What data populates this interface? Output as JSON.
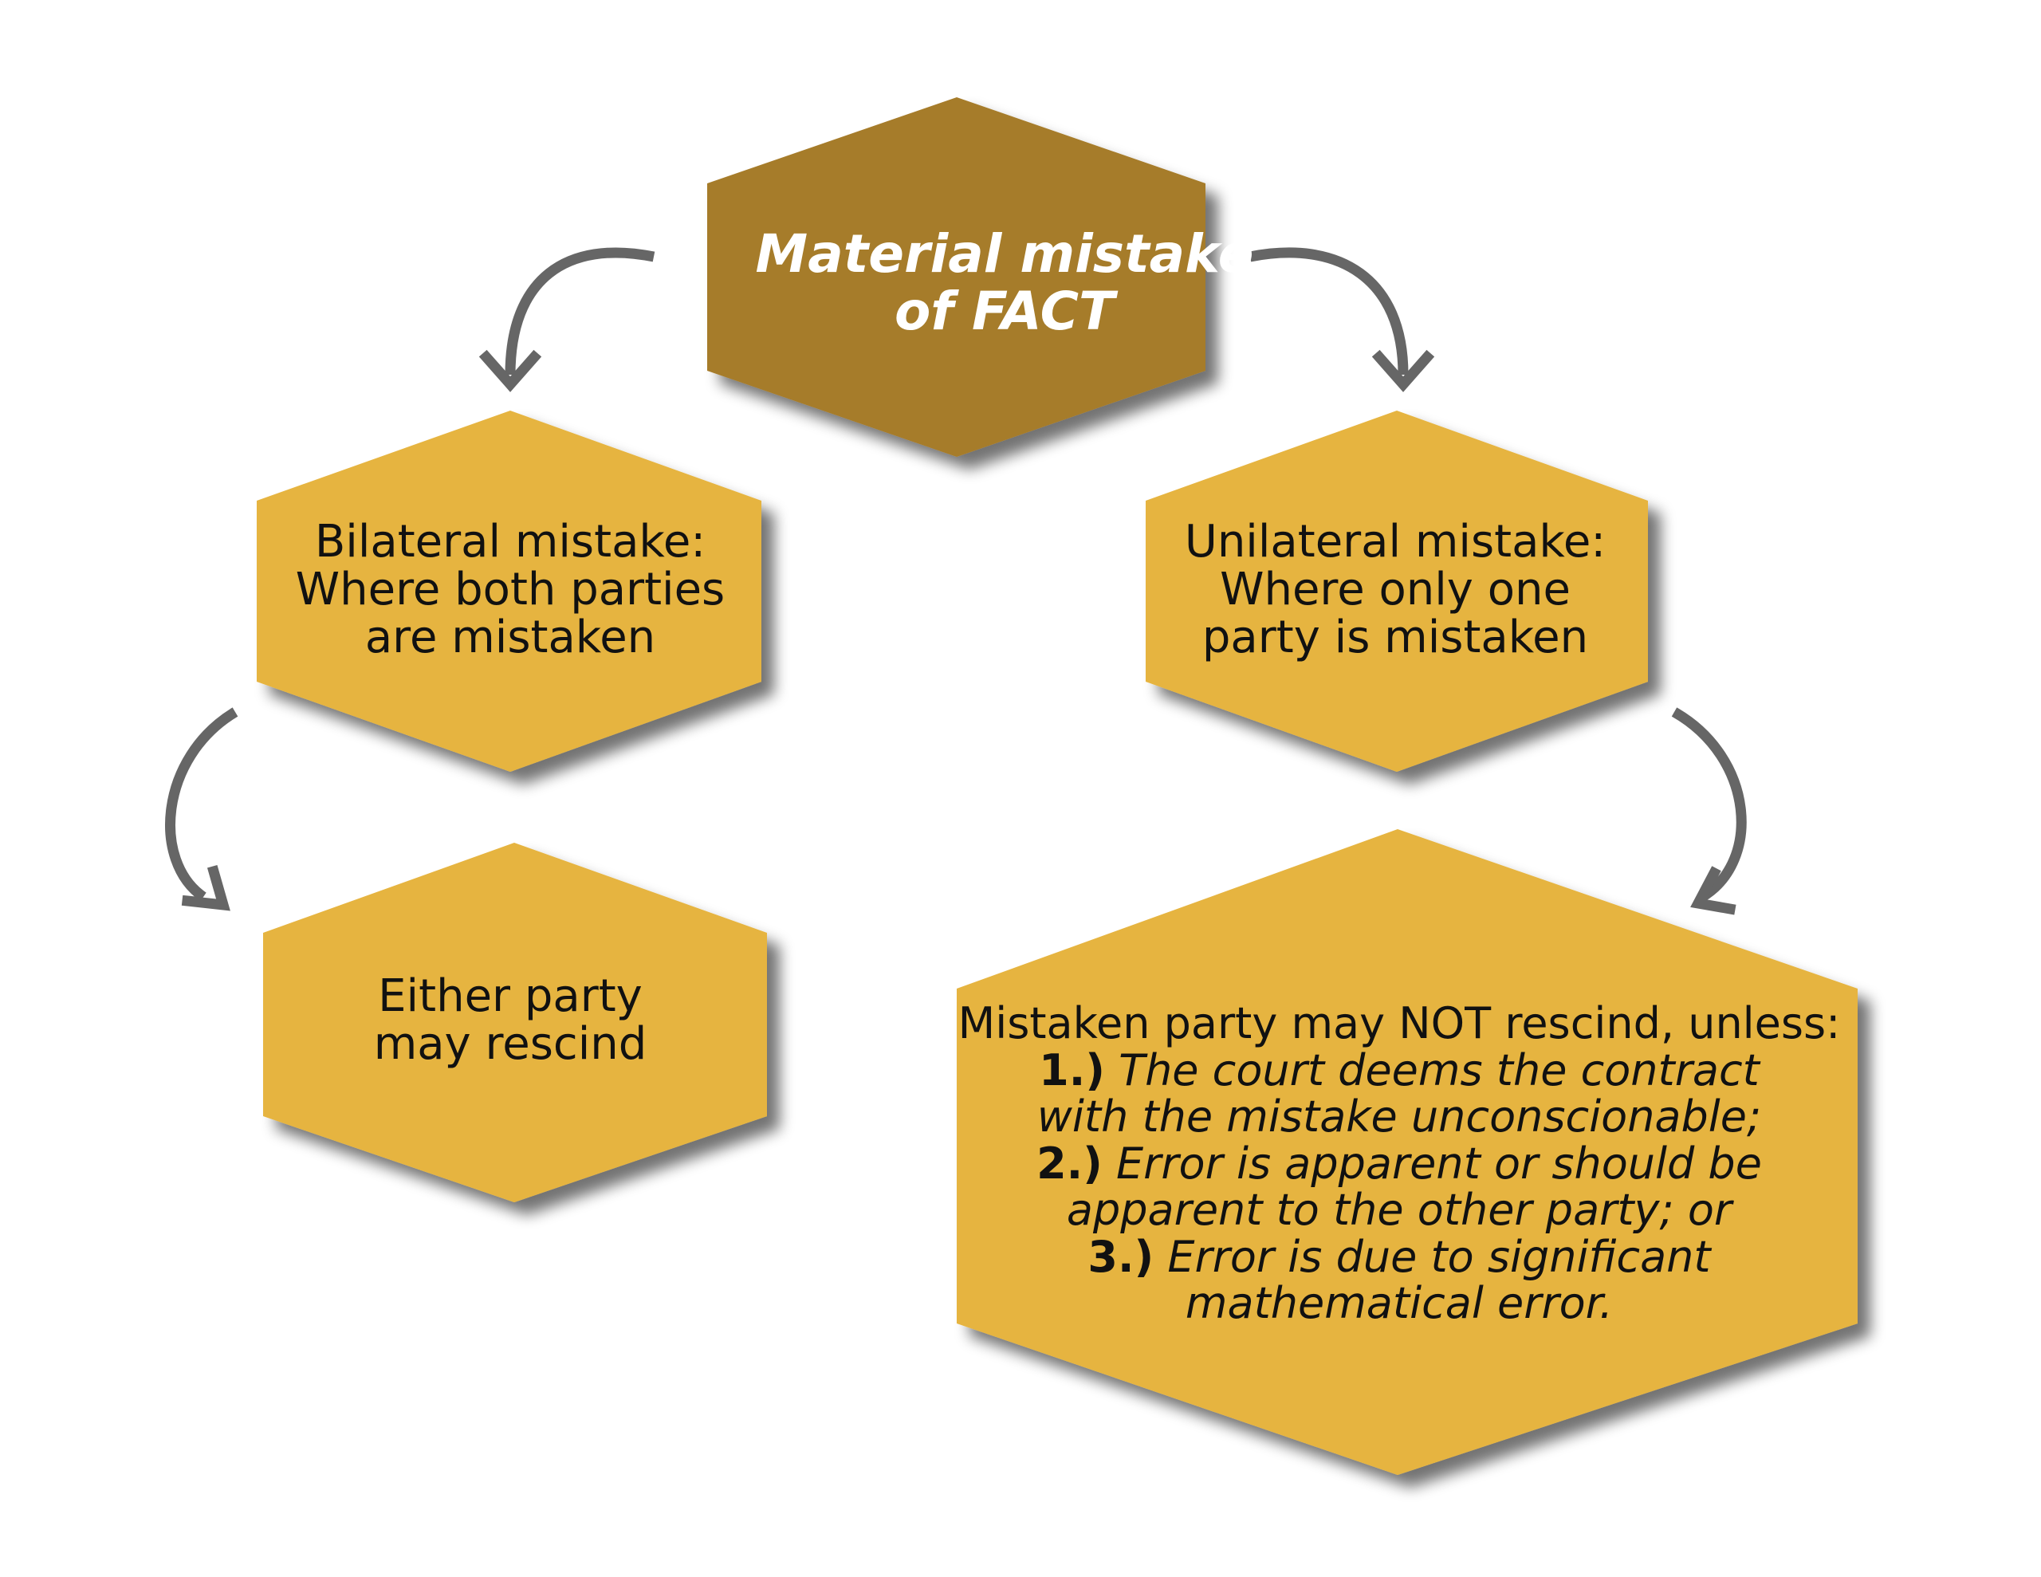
{
  "colors": {
    "primary_node": "#a67b2b",
    "secondary_node": "#e6b43f",
    "arrow": "#666666",
    "background": "#ffffff"
  },
  "nodes": {
    "root": {
      "lines": [
        "Material mistake",
        "of FACT"
      ]
    },
    "bilateral": {
      "lines": [
        "Bilateral mistake:",
        "Where both parties",
        "are mistaken"
      ]
    },
    "unilateral": {
      "lines": [
        "Unilateral mistake:",
        "Where only one",
        "party is mistaken"
      ]
    },
    "bilateral_outcome": {
      "lines": [
        "Either party",
        "may rescind"
      ]
    },
    "unilateral_outcome": {
      "heading": "Mistaken party may NOT rescind, unless:",
      "items": [
        {
          "number": "1.)",
          "lines": [
            "The court deems the contract",
            "with the mistake unconscionable;"
          ]
        },
        {
          "number": "2.)",
          "lines": [
            "Error is apparent or should be",
            "apparent to the other party; or"
          ]
        },
        {
          "number": "3.)",
          "lines": [
            "Error is due to significant",
            "mathematical error."
          ]
        }
      ]
    }
  },
  "edges": [
    {
      "from": "root",
      "to": "bilateral"
    },
    {
      "from": "root",
      "to": "unilateral"
    },
    {
      "from": "bilateral",
      "to": "bilateral_outcome"
    },
    {
      "from": "unilateral",
      "to": "unilateral_outcome"
    }
  ]
}
